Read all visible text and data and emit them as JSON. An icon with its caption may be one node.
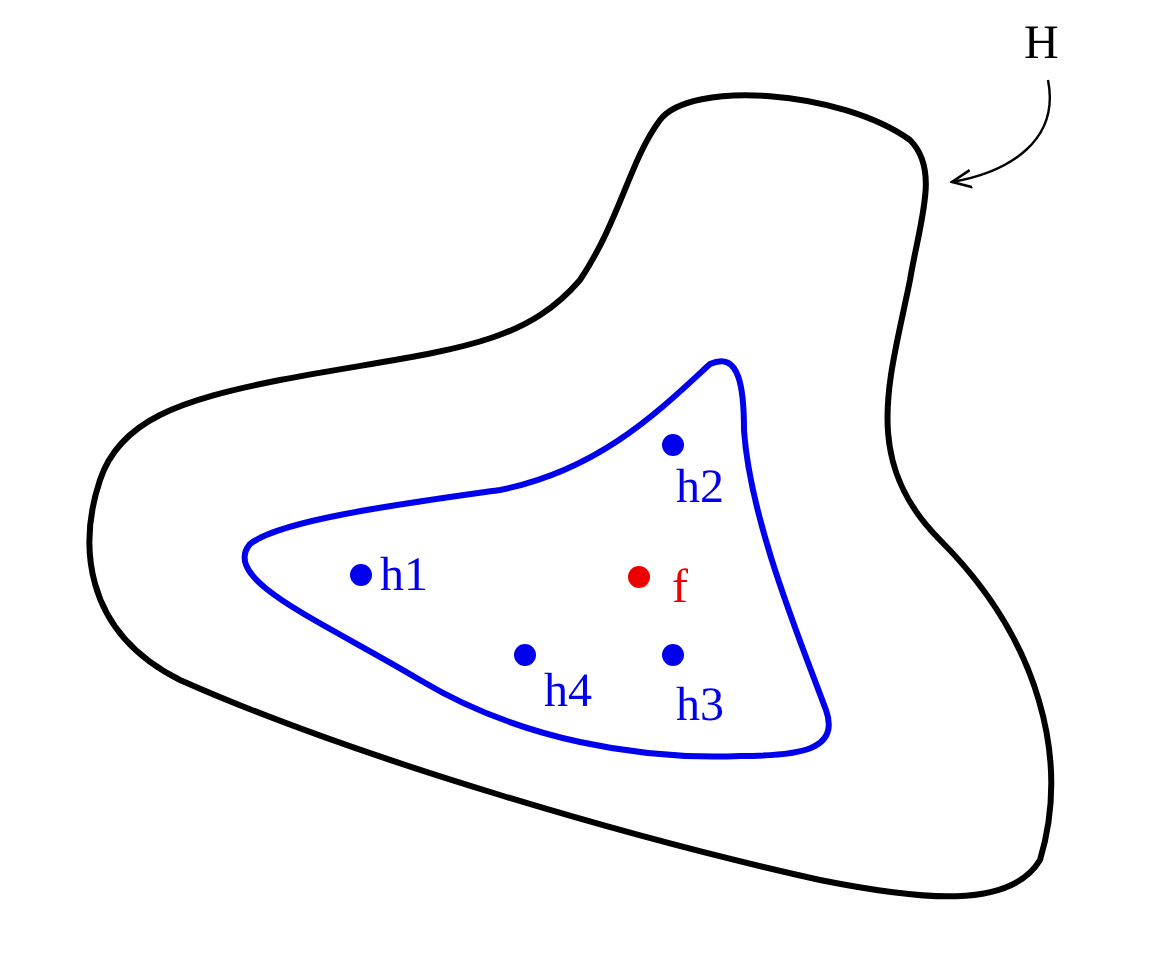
{
  "diagram": {
    "nodes": [
      {
        "text": [
          "H"
        ]
      },
      {
        "text": [],
        "shape": "blob"
      },
      {
        "text": [],
        "shape": "blob",
        "in": 1
      },
      {
        "text": [],
        "shape": "circle",
        "beside": [
          "h2"
        ],
        "in": 2
      },
      {
        "text": [],
        "shape": "circle",
        "beside": [
          "h1"
        ],
        "in": 2
      },
      {
        "text": [],
        "shape": "circle",
        "beside": [
          "f"
        ],
        "in": 2
      },
      {
        "text": [],
        "shape": "circle",
        "beside": [
          "h4"
        ],
        "in": 2
      },
      {
        "text": [],
        "shape": "circle",
        "beside": [
          "h3"
        ],
        "in": 2
      }
    ],
    "edges": [
      {
        "from": 0,
        "to": 1,
        "arrow": "to"
      }
    ]
  }
}
